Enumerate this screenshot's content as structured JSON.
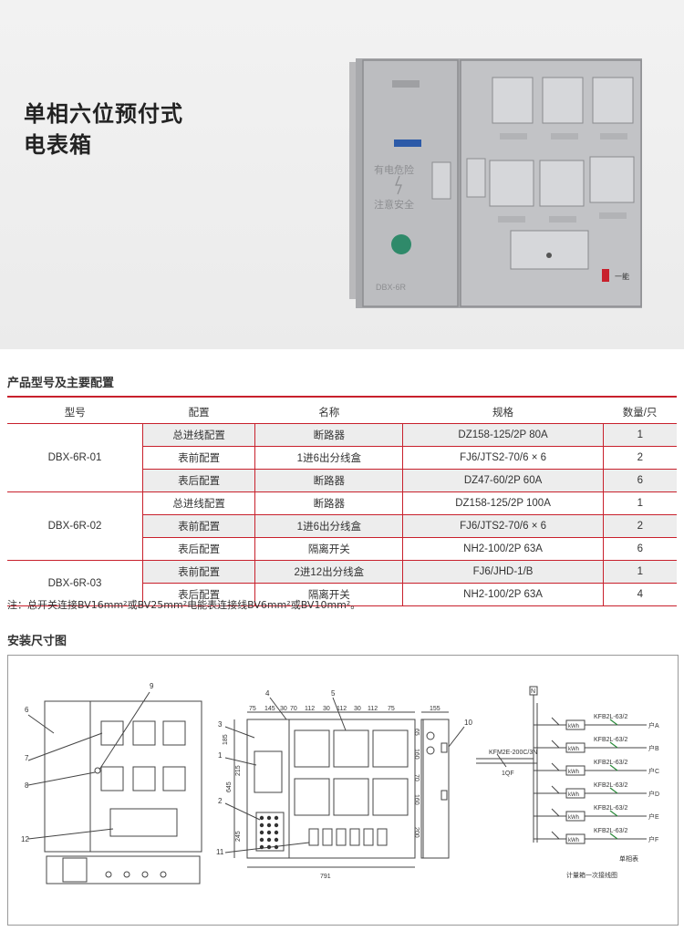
{
  "hero": {
    "title_line1": "单相六位预付式",
    "title_line2": "电表箱",
    "brand_mark": "一能"
  },
  "section1_title": "产品型号及主要配置",
  "table": {
    "headers": [
      "型号",
      "配置",
      "名称",
      "规格",
      "数量/只"
    ],
    "groups": [
      {
        "model": "DBX-6R-01",
        "rows": [
          [
            "总进线配置",
            "断路器",
            "DZ158-125/2P 80A",
            "1"
          ],
          [
            "表前配置",
            "1进6出分线盒",
            "FJ6/JTS2-70/6 × 6",
            "2"
          ],
          [
            "表后配置",
            "断路器",
            "DZ47-60/2P 60A",
            "6"
          ]
        ]
      },
      {
        "model": "DBX-6R-02",
        "rows": [
          [
            "总进线配置",
            "断路器",
            "DZ158-125/2P 100A",
            "1"
          ],
          [
            "表前配置",
            "1进6出分线盒",
            "FJ6/JTS2-70/6 × 6",
            "2"
          ],
          [
            "表后配置",
            "隔离开关",
            "NH2-100/2P 63A",
            "6"
          ]
        ]
      },
      {
        "model": "DBX-6R-03",
        "rows": [
          [
            "表前配置",
            "2进12出分线盒",
            "FJ6/JHD-1/B",
            "1"
          ],
          [
            "表后配置",
            "隔离开关",
            "NH2-100/2P 63A",
            "4"
          ]
        ]
      }
    ]
  },
  "note": "注：总开关连接BV16mm²或BV25mm²电能表连接线BV6mm²或BV10mm²。",
  "section2_title": "安装尺寸图",
  "drawing": {
    "front_callouts": [
      "6",
      "7",
      "8",
      "9",
      "12"
    ],
    "inner_callouts": [
      "1",
      "2",
      "3",
      "4",
      "5",
      "11"
    ],
    "side_callout": "10",
    "top_dims": [
      "75",
      "145",
      "30",
      "70",
      "112",
      "30",
      "112",
      "30",
      "112",
      "75"
    ],
    "left_dims": [
      "185",
      "215",
      "645",
      "245"
    ],
    "right_dims": [
      "65",
      "160",
      "70",
      "160",
      "200"
    ],
    "bottom_dim": "791",
    "side_dim": "155",
    "wiring": {
      "n_label": "N",
      "main_breaker": "KFM2E-200C/3N",
      "main_label": "1QF",
      "branch_breaker": "KFB2L-63/2",
      "meter": "kWh",
      "households": [
        "户A",
        "户B",
        "户C",
        "户D",
        "户E",
        "户F"
      ],
      "meter_caption": "单相表",
      "diagram_caption": "计量箱一次接线图"
    }
  }
}
